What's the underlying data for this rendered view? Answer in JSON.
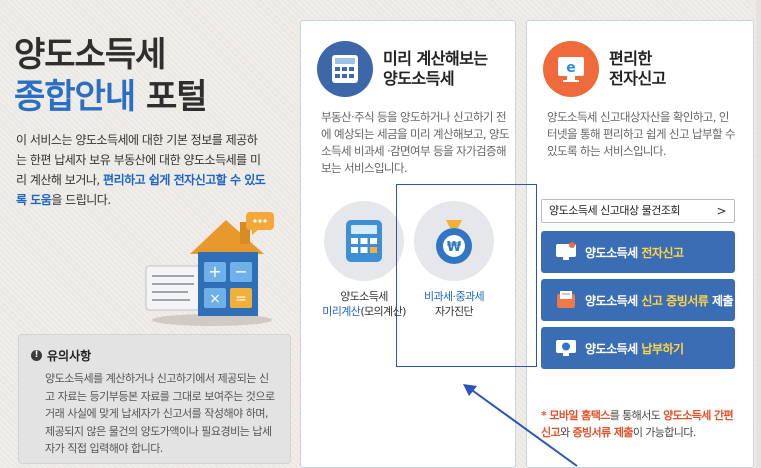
{
  "hero": {
    "title_line1": "양도소득세",
    "title_line2_blue": "종합안내",
    "title_line2_rest": " 포털",
    "desc_part1": "이 서비스는 양도소득세에 대한 기본 정보를 제공하는 한편 납세자 보유 부동산에 대한 양도소득세를 미리 계산해 보거나, ",
    "desc_highlight": "편리하고 쉽게 전자신고할 수 있도록 도움",
    "desc_part2": "을 드립니다."
  },
  "notice": {
    "title": "유의사항",
    "icon": "!",
    "body": "양도소득세를 계산하거나 신고하기에서 제공되는 신고 자료는 등기부등본 자료를 그대로 보여주는 것으로 거래 사실에 맞게 납세자가 신고서를 작성해야 하며, 제공되지 않은 물건의 양도가액이나 필요경비는 납세자가 직접 입력해야 합니다."
  },
  "panel_calc": {
    "title_line1": "미리 계산해보는",
    "title_line2": "양도소득세",
    "desc": "부동산·주식 등을 양도하거나 신고하기 전에 예상되는 세금을 미리 계산해보고, 양도소득세 비과세 ·감면여부 등을 자가검증해보는 서비스입니다.",
    "option1_line1": "양도소득세",
    "option1_blue": "미리계산",
    "option1_rest": "(모의계산)",
    "option2_blue": "비과세·중과세",
    "option2_line2": "자가진단"
  },
  "panel_efile": {
    "title_line1": "편리한",
    "title_line2": "전자신고",
    "desc": "양도소득세 신고대상자산을 확인하고, 인터넷을 통해 편리하고 쉽게 신고 납부할 수 있도록 하는 서비스입니다.",
    "lookup_label": "양도소득세 신고대상 물건조회",
    "lookup_chevron": ">",
    "btn1_prefix": "양도소득세 ",
    "btn1_hl": "전자신고",
    "btn2_prefix": "양도소득세 ",
    "btn2_hl": "신고 증빙서류",
    "btn2_suffix": " 제출",
    "btn3_prefix": "양도소득세 ",
    "btn3_hl": "납부하기",
    "foot_star": "* ",
    "foot_part1": "모바일 홈택스",
    "foot_part2": "를 통해서도 ",
    "foot_part3": "양도소득세 간편신고",
    "foot_part4": "와 ",
    "foot_part5": "증빙서류 제출",
    "foot_part6": "이 가능합니다."
  },
  "colors": {
    "accent_blue": "#2a6fc2",
    "button_blue": "#3a6db3",
    "highlight_yellow": "#ffd54a",
    "highlight_red": "#e2522a",
    "annotation_blue": "#2a55b6"
  },
  "icons": [
    "house-calculator-icon",
    "calculator-icon",
    "won-pouch-icon",
    "monitor-e-icon",
    "efile-icon",
    "document-upload-icon",
    "payment-icon"
  ]
}
